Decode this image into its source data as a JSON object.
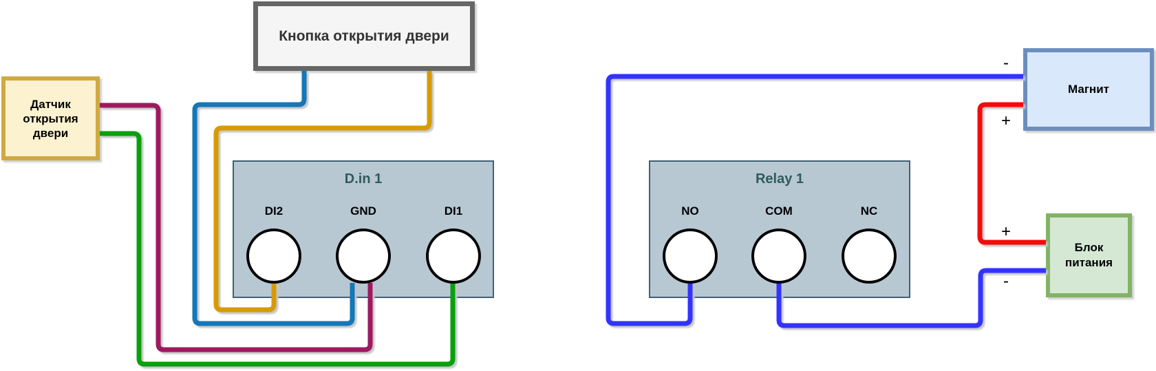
{
  "diagram": {
    "button": {
      "label": "Кнопка открытия двери"
    },
    "sensor": {
      "label": "Датчик открытия двери"
    },
    "din_block": {
      "title": "D.in 1",
      "terminals": [
        {
          "label": "DI2"
        },
        {
          "label": "GND"
        },
        {
          "label": "DI1"
        }
      ]
    },
    "relay_block": {
      "title": "Relay 1",
      "terminals": [
        {
          "label": "NO"
        },
        {
          "label": "COM"
        },
        {
          "label": "NC"
        }
      ]
    },
    "magnet": {
      "label": "Магнит",
      "minus_label": "-",
      "plus_label": "+"
    },
    "psu": {
      "label": "Блок питания",
      "plus_label": "+",
      "minus_label": "-"
    },
    "wires": {
      "button_to_gnd": {
        "color": "#1477b8",
        "description": "blue wire: button bottom-left to GND"
      },
      "button_to_di2": {
        "color": "#d79b00",
        "description": "orange wire: button bottom-right to DI2"
      },
      "sensor_to_gnd": {
        "color": "#9e1a60",
        "description": "maroon wire: sensor to GND"
      },
      "sensor_to_di1": {
        "color": "#0aa00d",
        "description": "green wire: sensor to DI1"
      },
      "magnet_to_no": {
        "color": "#3333ff",
        "description": "blue-violet wire: magnet minus to relay NO"
      },
      "magnet_to_psu": {
        "color": "#f40b0b",
        "description": "red wire: magnet plus to power supply plus"
      },
      "psu_to_com": {
        "color": "#3333ff",
        "description": "blue-violet wire: power supply minus to relay COM"
      }
    },
    "palette": {
      "button_box": "background:#f5f5f5;border-color:#666666",
      "sensor_box": "background:#fdf2d0;border-color:#d0a941",
      "magnet_box": "background:#dae8fc;border-color:#6c8ebf",
      "psu_box": "background:#d5e8d4;border-color:#82b366",
      "terminal_block": "background:#b8c8d3;border-color:#3f6075"
    }
  }
}
